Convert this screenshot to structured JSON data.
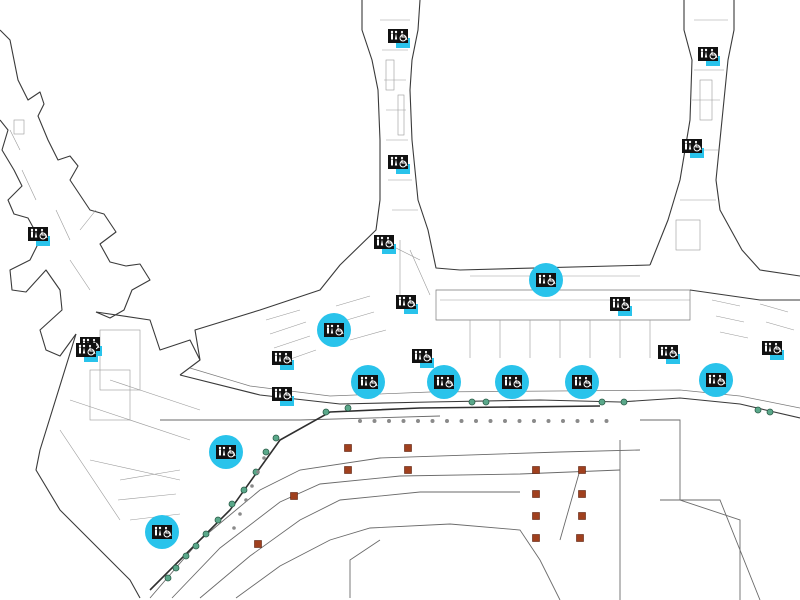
{
  "colors": {
    "wall": "#3a3a3a",
    "restroom_highlight": "#29c3eb",
    "sign_background": "#111111",
    "sign_foreground": "#ffffff",
    "parking_marker": "#a0401e",
    "curb_marker": "#5aa88a",
    "background": "#ffffff"
  },
  "restrooms": [
    {
      "id": "pier-a-upper",
      "style": "square",
      "icon": "restroom-wheelchair-icon"
    },
    {
      "id": "pier-a-middle",
      "style": "square",
      "icon": "restroom-wheelchair-icon"
    },
    {
      "id": "pier-a-lower",
      "style": "square",
      "icon": "restroom-wheelchair-icon"
    },
    {
      "id": "pier-a-base",
      "style": "square",
      "icon": "restroom-wheelchair-icon"
    },
    {
      "id": "pier-b-upper",
      "style": "square",
      "icon": "restroom-wheelchair-icon"
    },
    {
      "id": "pier-b-lower",
      "style": "square",
      "icon": "restroom-wheelchair-icon"
    },
    {
      "id": "west-wing-upper",
      "style": "square",
      "icon": "restroom-wheelchair-icon"
    },
    {
      "id": "west-wing-lower",
      "style": "square",
      "icon": "restroom-wheelchair-icon"
    },
    {
      "id": "west-gate-area",
      "style": "square",
      "icon": "restroom-wheelchair-icon"
    },
    {
      "id": "center-lounge",
      "style": "circle",
      "icon": "restroom-wheelchair-icon"
    },
    {
      "id": "center-connector",
      "style": "square",
      "icon": "restroom-wheelchair-icon"
    },
    {
      "id": "central-hall",
      "style": "circle",
      "icon": "restroom-wheelchair-icon"
    },
    {
      "id": "central-hall-east",
      "style": "square",
      "icon": "restroom-wheelchair-icon"
    },
    {
      "id": "central-hall-gate",
      "style": "square",
      "icon": "restroom-wheelchair-icon"
    },
    {
      "id": "east-wing",
      "style": "square",
      "icon": "restroom-wheelchair-icon"
    },
    {
      "id": "east-corner",
      "style": "square",
      "icon": "restroom-wheelchair-icon"
    },
    {
      "id": "west-concourse",
      "style": "circle",
      "icon": "restroom-wheelchair-icon"
    },
    {
      "id": "checkin-1",
      "style": "circle",
      "icon": "restroom-wheelchair-icon"
    },
    {
      "id": "checkin-2",
      "style": "circle",
      "icon": "restroom-wheelchair-icon"
    },
    {
      "id": "checkin-3",
      "style": "circle",
      "icon": "restroom-wheelchair-icon"
    },
    {
      "id": "checkin-4",
      "style": "circle",
      "icon": "restroom-wheelchair-icon"
    },
    {
      "id": "checkin-5",
      "style": "circle",
      "icon": "restroom-wheelchair-icon"
    },
    {
      "id": "departures-west",
      "style": "circle",
      "icon": "restroom-wheelchair-icon"
    },
    {
      "id": "departures-south",
      "style": "circle",
      "icon": "restroom-wheelchair-icon"
    },
    {
      "id": "south-lobby",
      "style": "square",
      "icon": "restroom-wheelchair-icon"
    }
  ],
  "map_icons": {
    "parking_marker": "parking-marker-icon",
    "curb_post": "curb-post-icon",
    "bollard": "bollard-icon"
  }
}
